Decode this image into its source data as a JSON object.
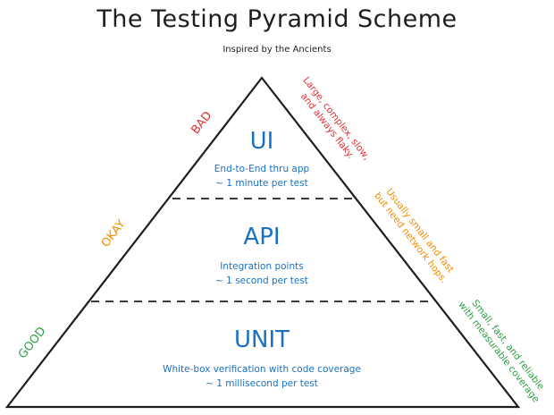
{
  "header": {
    "title": "The Testing Pyramid Scheme",
    "subtitle": "Inspired by the Ancients"
  },
  "colors": {
    "outline": "#1e1e1e",
    "layer_text": "#1971c2",
    "bad": "#e03131",
    "okay": "#f08c00",
    "good": "#2f9e44"
  },
  "layers": [
    {
      "name": "UI",
      "description": "End-to-End thru app",
      "timing": "~ 1 minute per test"
    },
    {
      "name": "API",
      "description": "Integration points",
      "timing": "~ 1 second per test"
    },
    {
      "name": "UNIT",
      "description": "White-box verification with code coverage",
      "timing": "~ 1 millisecond per test"
    }
  ],
  "ratings": {
    "bad": "BAD",
    "okay": "OKAY",
    "good": "GOOD"
  },
  "notes": {
    "ui": {
      "line1": "Large, complex, slow,",
      "line2": "and always flaky."
    },
    "api": {
      "line1": "Usually small and fast",
      "line2": "but need network hops."
    },
    "unit": {
      "line1": "Small, fast, and reliable",
      "line2": "with measurable coverage"
    }
  }
}
